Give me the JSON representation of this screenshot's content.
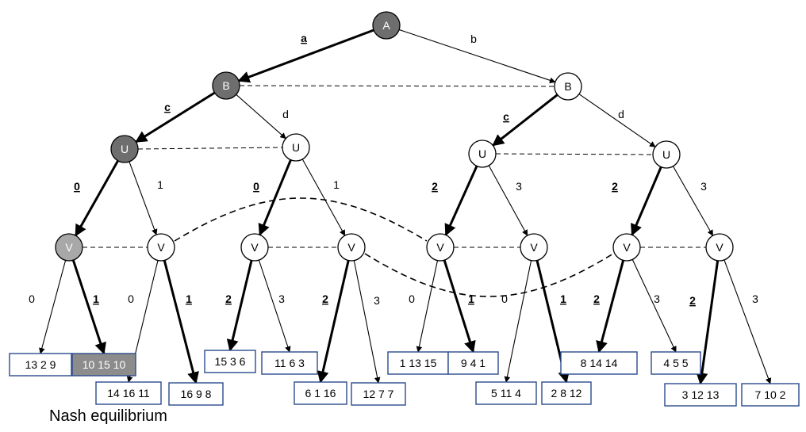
{
  "caption": "Nash equilibrium",
  "colors": {
    "equilibrium_node": "#6e6e6e",
    "subgame_node": "#a8a8a8",
    "payoff_border": "#2b4a8c",
    "highlight_payoff": "#8c8c8c"
  },
  "nodes": [
    {
      "id": "A",
      "label": "A",
      "style": "dark"
    },
    {
      "id": "B1",
      "label": "B",
      "style": "dark"
    },
    {
      "id": "B2",
      "label": "B",
      "style": "white"
    },
    {
      "id": "U1",
      "label": "U",
      "style": "dark"
    },
    {
      "id": "U2",
      "label": "U",
      "style": "white"
    },
    {
      "id": "U3",
      "label": "U",
      "style": "white"
    },
    {
      "id": "U4",
      "label": "U",
      "style": "white"
    },
    {
      "id": "V1",
      "label": "V",
      "style": "gray"
    },
    {
      "id": "V2",
      "label": "V",
      "style": "white"
    },
    {
      "id": "V3",
      "label": "V",
      "style": "white"
    },
    {
      "id": "V4",
      "label": "V",
      "style": "white"
    },
    {
      "id": "V5",
      "label": "V",
      "style": "white"
    },
    {
      "id": "V6",
      "label": "V",
      "style": "white"
    },
    {
      "id": "V7",
      "label": "V",
      "style": "white"
    },
    {
      "id": "V8",
      "label": "V",
      "style": "white"
    }
  ],
  "edges": [
    {
      "from": "A",
      "to": "B1",
      "label": "a",
      "bold": true,
      "underline": true
    },
    {
      "from": "A",
      "to": "B2",
      "label": "b",
      "bold": false,
      "underline": false
    },
    {
      "from": "B1",
      "to": "U1",
      "label": "c",
      "bold": true,
      "underline": true
    },
    {
      "from": "B1",
      "to": "U2",
      "label": "d",
      "bold": false,
      "underline": false
    },
    {
      "from": "B2",
      "to": "U3",
      "label": "c",
      "bold": true,
      "underline": true
    },
    {
      "from": "B2",
      "to": "U4",
      "label": "d",
      "bold": false,
      "underline": false
    },
    {
      "from": "U1",
      "to": "V1",
      "label": "0",
      "bold": true,
      "underline": true
    },
    {
      "from": "U1",
      "to": "V2",
      "label": "1",
      "bold": false,
      "underline": false
    },
    {
      "from": "U2",
      "to": "V3",
      "label": "0",
      "bold": true,
      "underline": true
    },
    {
      "from": "U2",
      "to": "V4",
      "label": "1",
      "bold": false,
      "underline": false
    },
    {
      "from": "U3",
      "to": "V5",
      "label": "2",
      "bold": true,
      "underline": true
    },
    {
      "from": "U3",
      "to": "V6",
      "label": "3",
      "bold": false,
      "underline": false
    },
    {
      "from": "U4",
      "to": "V7",
      "label": "2",
      "bold": true,
      "underline": true
    },
    {
      "from": "U4",
      "to": "V8",
      "label": "3",
      "bold": false,
      "underline": false
    },
    {
      "from": "V1",
      "to": "P1",
      "label": "0",
      "bold": false,
      "underline": false
    },
    {
      "from": "V1",
      "to": "P2",
      "label": "1",
      "bold": true,
      "underline": true
    },
    {
      "from": "V2",
      "to": "P3",
      "label": "0",
      "bold": false,
      "underline": false
    },
    {
      "from": "V2",
      "to": "P4",
      "label": "1",
      "bold": true,
      "underline": true
    },
    {
      "from": "V3",
      "to": "P5",
      "label": "2",
      "bold": true,
      "underline": true
    },
    {
      "from": "V3",
      "to": "P6",
      "label": "3",
      "bold": false,
      "underline": false
    },
    {
      "from": "V4",
      "to": "P7",
      "label": "2",
      "bold": true,
      "underline": true
    },
    {
      "from": "V4",
      "to": "P8",
      "label": "3",
      "bold": false,
      "underline": false
    },
    {
      "from": "V5",
      "to": "P9",
      "label": "0",
      "bold": false,
      "underline": false
    },
    {
      "from": "V5",
      "to": "P10",
      "label": "1",
      "bold": true,
      "underline": true
    },
    {
      "from": "V6",
      "to": "P11",
      "label": "0",
      "bold": false,
      "underline": false
    },
    {
      "from": "V6",
      "to": "P12",
      "label": "1",
      "bold": true,
      "underline": true
    },
    {
      "from": "V7",
      "to": "P13",
      "label": "2",
      "bold": true,
      "underline": true
    },
    {
      "from": "V7",
      "to": "P14",
      "label": "3",
      "bold": false,
      "underline": false
    },
    {
      "from": "V8",
      "to": "P15",
      "label": "2",
      "bold": true,
      "underline": true
    },
    {
      "from": "V8",
      "to": "P16",
      "label": "3",
      "bold": false,
      "underline": false
    }
  ],
  "payoffs": [
    {
      "id": "P1",
      "label": "13 2 9",
      "highlight": false
    },
    {
      "id": "P2",
      "label": "10 15 10",
      "highlight": true
    },
    {
      "id": "P3",
      "label": "14 16 11",
      "highlight": false
    },
    {
      "id": "P4",
      "label": "16 9 8",
      "highlight": false
    },
    {
      "id": "P5",
      "label": "15 3 6",
      "highlight": false
    },
    {
      "id": "P6",
      "label": "11 6 3",
      "highlight": false
    },
    {
      "id": "P7",
      "label": "6 1 16",
      "highlight": false
    },
    {
      "id": "P8",
      "label": "12 7 7",
      "highlight": false
    },
    {
      "id": "P9",
      "label": "1 13 15",
      "highlight": false
    },
    {
      "id": "P10",
      "label": "9 4 1",
      "highlight": false
    },
    {
      "id": "P11",
      "label": "5 11 4",
      "highlight": false
    },
    {
      "id": "P12",
      "label": "2 8 12",
      "highlight": false
    },
    {
      "id": "P13",
      "label": "8 14 14",
      "highlight": false
    },
    {
      "id": "P14",
      "label": "4 5 5",
      "highlight": false
    },
    {
      "id": "P15",
      "label": "3 12 13",
      "highlight": false
    },
    {
      "id": "P16",
      "label": "7 10 2",
      "highlight": false
    }
  ],
  "info_sets": [
    [
      "B1",
      "B2"
    ],
    [
      "U1",
      "U2"
    ],
    [
      "U3",
      "U4"
    ],
    [
      "V1",
      "V2"
    ],
    [
      "V3",
      "V4"
    ],
    [
      "V5",
      "V6"
    ],
    [
      "V7",
      "V8"
    ]
  ],
  "info_curves": [
    [
      "V2",
      "V5"
    ],
    [
      "V4",
      "V7"
    ]
  ]
}
